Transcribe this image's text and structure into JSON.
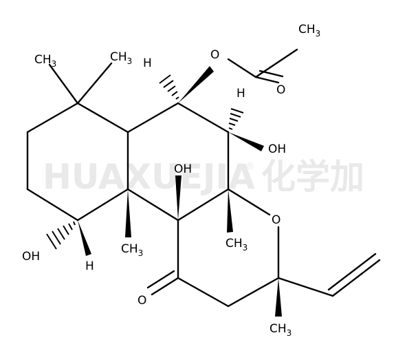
{
  "watermark": {
    "latin": "HUAXUEJIA",
    "registered": "®",
    "chinese": "化学加"
  },
  "labels": {
    "me_top_left": "CH3",
    "me_top_right": "CH3",
    "h_top": "H",
    "h_right": "H",
    "oh_right": "OH",
    "oh_center": "OH",
    "oh_left": "OH",
    "h_bottom": "H",
    "me_center_left": "CH3",
    "me_center_right": "CH3",
    "o_ketone": "O",
    "o_ring": "O",
    "me_bottom": "CH3",
    "me_acetyl": "CH3",
    "o_ester": "O",
    "o_carbonyl": "O"
  }
}
